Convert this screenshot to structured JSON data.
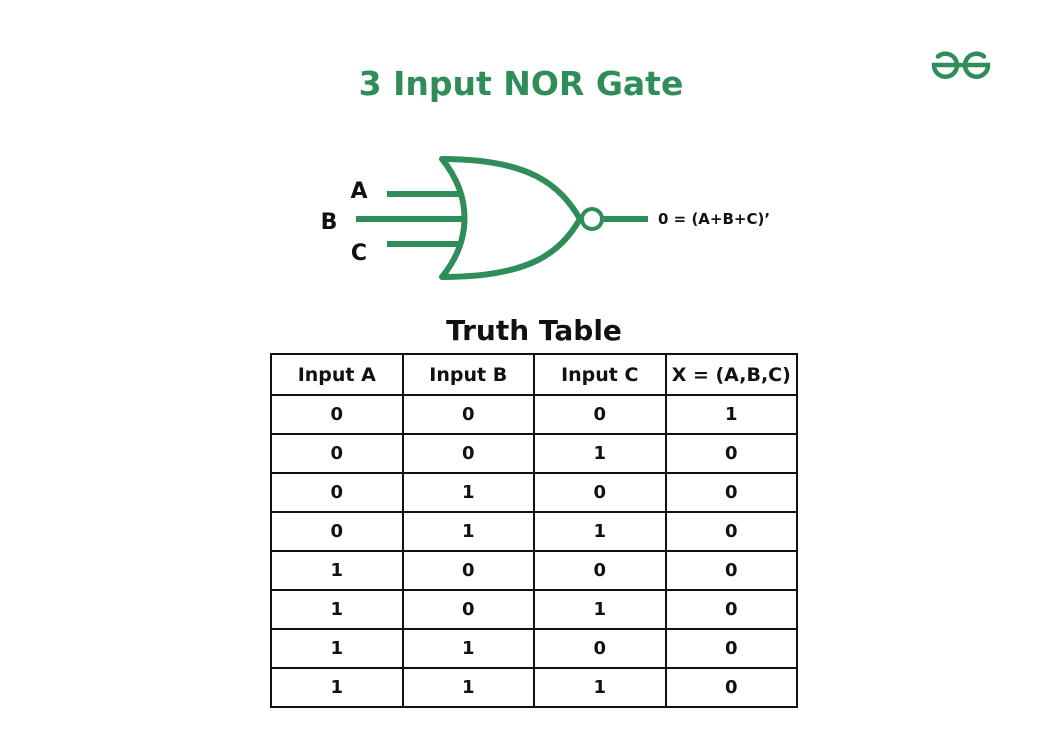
{
  "title": "3 Input NOR Gate",
  "logo": {
    "name": "geeksforgeeks-logo",
    "color": "#2f8d5a"
  },
  "gate": {
    "type": "NOR",
    "inputs": [
      "A",
      "B",
      "C"
    ],
    "output_expression": "0 = (A+B+C)’",
    "stroke_color": "#2f8d5a"
  },
  "truth_table": {
    "title": "Truth Table",
    "headers": [
      "Input A",
      "Input B",
      "Input C",
      "X = (A,B,C)"
    ],
    "rows": [
      [
        "0",
        "0",
        "0",
        "1"
      ],
      [
        "0",
        "0",
        "1",
        "0"
      ],
      [
        "0",
        "1",
        "0",
        "0"
      ],
      [
        "0",
        "1",
        "1",
        "0"
      ],
      [
        "1",
        "0",
        "0",
        "0"
      ],
      [
        "1",
        "0",
        "1",
        "0"
      ],
      [
        "1",
        "1",
        "0",
        "0"
      ],
      [
        "1",
        "1",
        "1",
        "0"
      ]
    ]
  }
}
